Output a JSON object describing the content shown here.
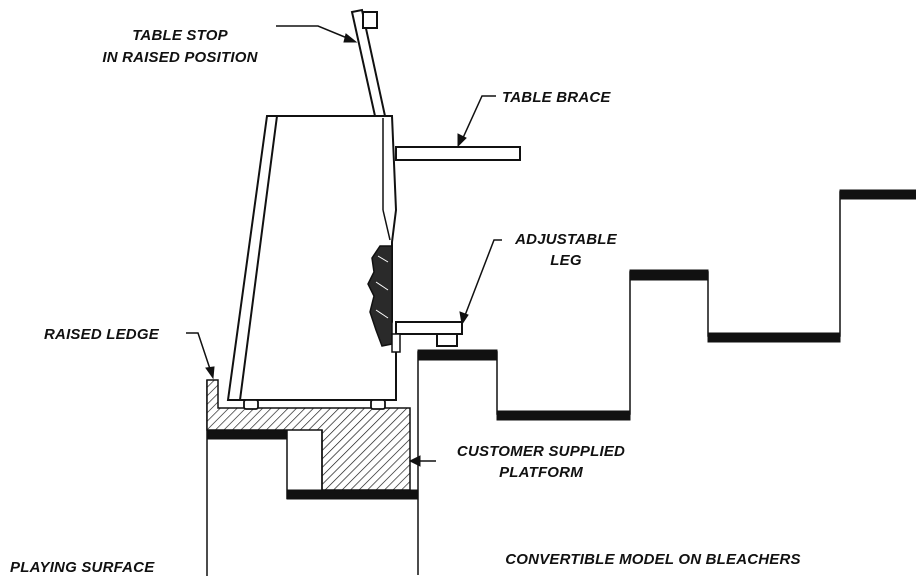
{
  "labels": {
    "table_stop": [
      "TABLE STOP",
      "IN RAISED POSITION"
    ],
    "table_brace": "TABLE BRACE",
    "adjustable_leg": [
      "ADJUSTABLE",
      "LEG"
    ],
    "raised_ledge": "RAISED LEDGE",
    "customer_platform": [
      "CUSTOMER SUPPLIED",
      "PLATFORM"
    ],
    "playing_surface": "PLAYING SURFACE",
    "caption": "CONVERTIBLE MODEL ON BLEACHERS"
  }
}
